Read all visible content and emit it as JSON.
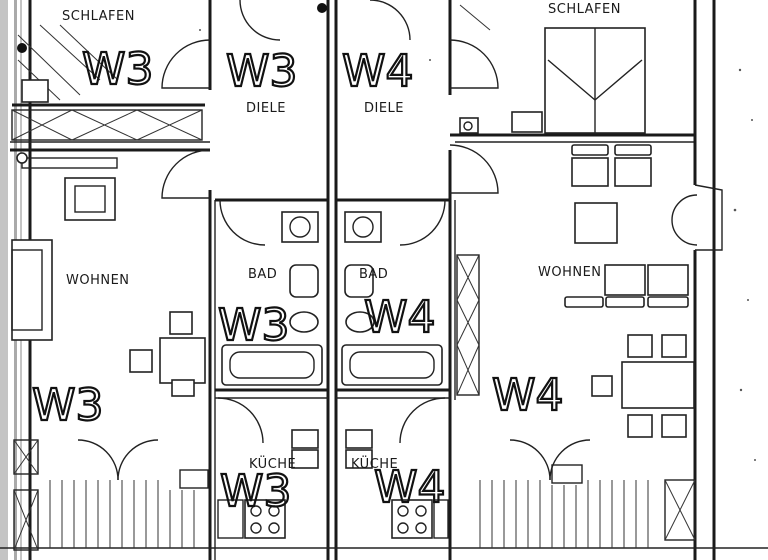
{
  "rooms": [
    {
      "key": "schlafen_left",
      "label": "SCHLAFEN"
    },
    {
      "key": "schlafen_right",
      "label": "SCHLAFEN"
    },
    {
      "key": "diele_left",
      "label": "DIELE"
    },
    {
      "key": "diele_right",
      "label": "DIELE"
    },
    {
      "key": "wohnen_left",
      "label": "WOHNEN"
    },
    {
      "key": "wohnen_right",
      "label": "WOHNEN"
    },
    {
      "key": "bad_left",
      "label": "BAD"
    },
    {
      "key": "bad_right",
      "label": "BAD"
    },
    {
      "key": "kueche_left",
      "label": "KÜCHE"
    },
    {
      "key": "kueche_right",
      "label": "KÜCHE"
    }
  ],
  "unit_marks": [
    {
      "key": "w3_schlafen",
      "text": "W3"
    },
    {
      "key": "w3_diele",
      "text": "W3"
    },
    {
      "key": "w4_diele",
      "text": "W4"
    },
    {
      "key": "w3_bad",
      "text": "W3"
    },
    {
      "key": "w4_bad",
      "text": "W4"
    },
    {
      "key": "w3_wohnen",
      "text": "W3"
    },
    {
      "key": "w4_wohnen",
      "text": "W4"
    },
    {
      "key": "w3_kueche",
      "text": "W3"
    },
    {
      "key": "w4_kueche",
      "text": "W4"
    }
  ]
}
